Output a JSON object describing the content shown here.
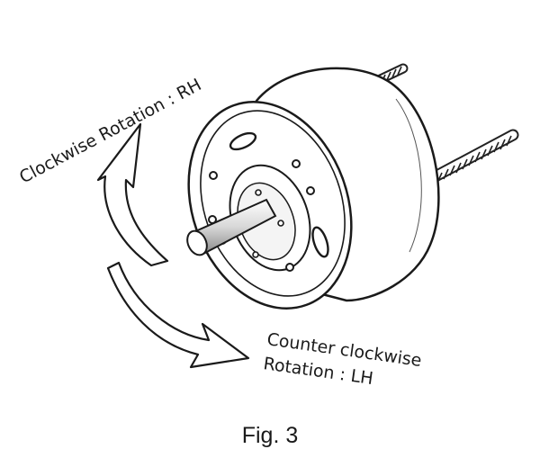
{
  "figure": {
    "caption": "Fig. 3",
    "labels": {
      "clockwise": "Clockwise Rotation : RH",
      "counter_line1": "Counter clockwise",
      "counter_line2": "Rotation : LH"
    }
  }
}
